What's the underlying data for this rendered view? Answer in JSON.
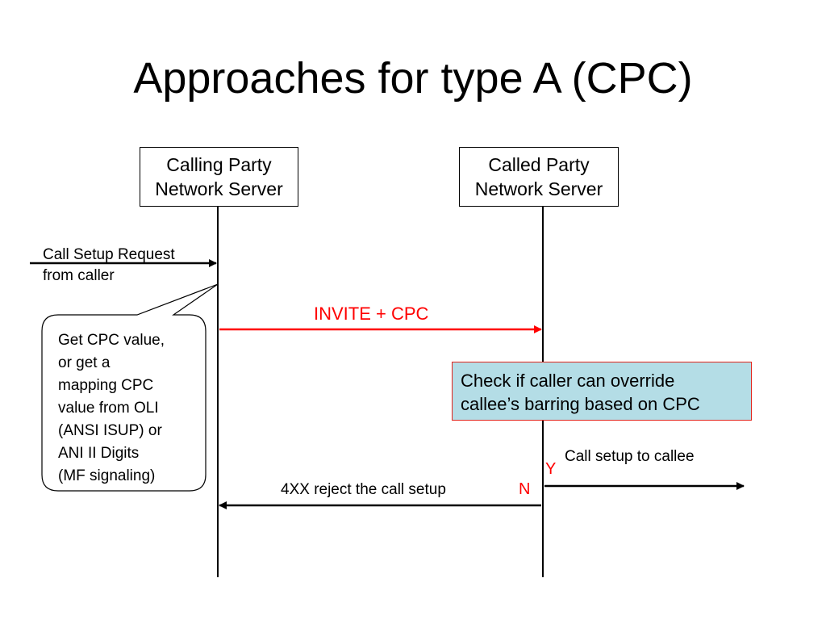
{
  "title": "Approaches for type A (CPC)",
  "nodes": {
    "calling": {
      "line1": "Calling Party",
      "line2": "Network Server"
    },
    "called": {
      "line1": "Called Party",
      "line2": "Network Server"
    }
  },
  "messages": {
    "call_setup_request": {
      "line1": "Call Setup Request",
      "line2": "from caller"
    },
    "invite": "INVITE + CPC",
    "reject": "4XX reject the call setup",
    "setup_to_callee": "Call setup to callee"
  },
  "callout": {
    "lines": [
      "Get CPC value,",
      "or get a",
      "mapping CPC",
      "value from OLI",
      "(ANSI ISUP) or",
      "ANI II Digits",
      "(MF signaling)"
    ]
  },
  "decision": {
    "line1": "Check if caller can override",
    "line2": "callee’s barring based on CPC",
    "yes": "Y",
    "no": "N"
  },
  "colors": {
    "accent": "#ff0000",
    "note_fill": "#b4dde6",
    "note_border": "#e2231a",
    "line": "#000000"
  }
}
